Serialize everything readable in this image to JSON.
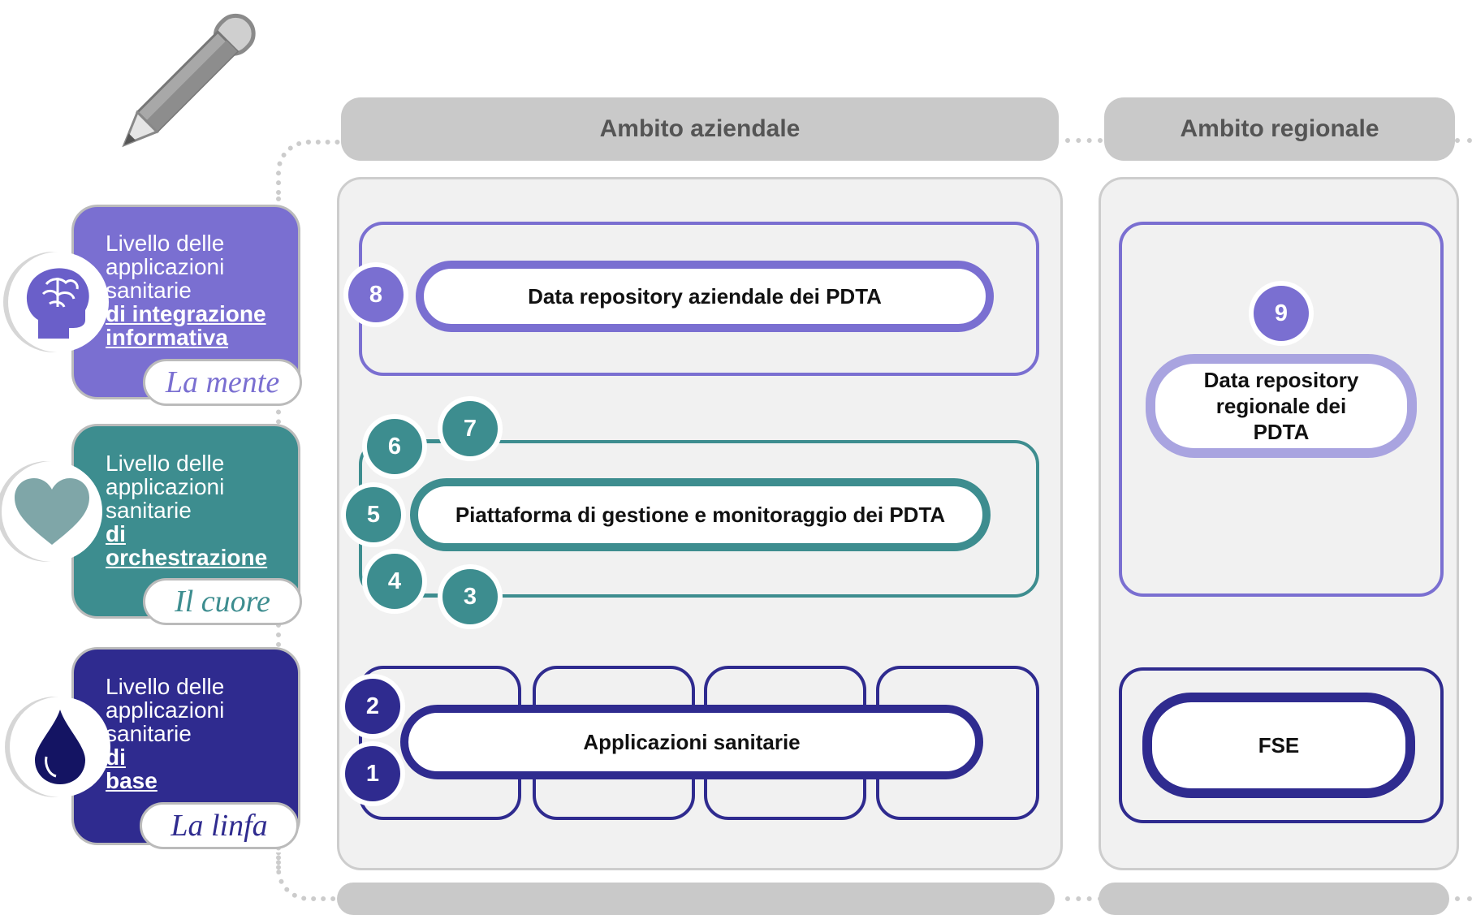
{
  "headers": {
    "aziendale": "Ambito aziendale",
    "regionale": "Ambito regionale"
  },
  "levels": [
    {
      "line1": "Livello delle",
      "line2": "applicazioni",
      "line3": "sanitarie",
      "emph1": "di integrazione",
      "emph2": "informativa",
      "motto": "La mente",
      "color": "#7a6fd1",
      "icon": "brain-icon"
    },
    {
      "line1": "Livello delle",
      "line2": "applicazioni",
      "line3": "sanitarie",
      "emph1": "di",
      "emph2": "orchestrazione",
      "motto": "Il cuore",
      "color": "#3d8d8f",
      "icon": "heart-icon"
    },
    {
      "line1": "Livello delle",
      "line2": "applicazioni",
      "line3": "sanitarie",
      "emph1": "di",
      "emph2": "base",
      "motto": "La linfa",
      "color": "#2f2b8f",
      "icon": "drop-icon"
    }
  ],
  "boxes": {
    "data_repo_aziendale": "Data repository aziendale dei PDTA",
    "piattaforma": "Piattaforma di gestione e monitoraggio dei PDTA",
    "applicazioni": "Applicazioni sanitarie",
    "data_repo_regionale": "Data repository regionale dei PDTA",
    "fse": "FSE"
  },
  "badges": {
    "b1": "1",
    "b2": "2",
    "b3": "3",
    "b4": "4",
    "b5": "5",
    "b6": "6",
    "b7": "7",
    "b8": "8",
    "b9": "9"
  },
  "colors": {
    "purple": "#7a6fd1",
    "teal": "#3d8d8f",
    "navy": "#2f2b8f",
    "lavender": "#a9a4e0",
    "gray": "#c9c9c9"
  },
  "decorations": {
    "pencil": "pencil-icon"
  }
}
